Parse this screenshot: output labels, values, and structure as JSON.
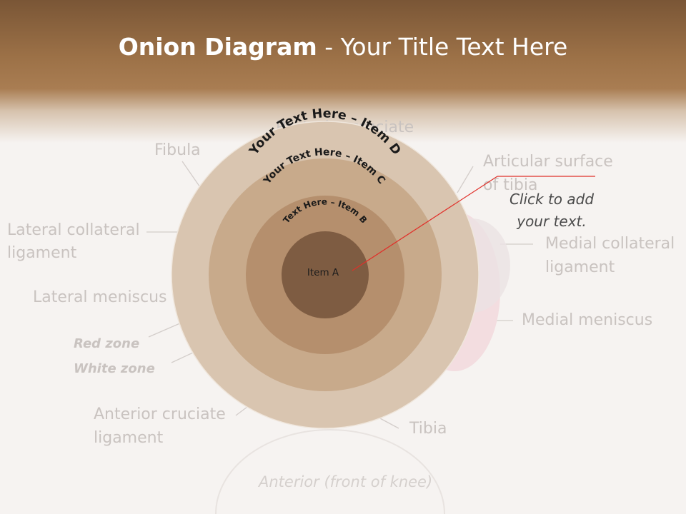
{
  "title": {
    "bold": "Onion Diagram",
    "rest": " - Your Title Text Here"
  },
  "layers": {
    "item_d": "Your Text Here – Item D",
    "item_c": "Your Text Here – Item C",
    "item_b": "Text Here – Item B",
    "item_a": "Item A"
  },
  "callout": {
    "line1": "Click  to add",
    "line2": "your text."
  },
  "background_labels": {
    "posterior_cruciate": "Posterior cruciate",
    "fibula": "Fibula",
    "articular_1": "Articular surface",
    "articular_2": "of tibia",
    "lateral_collateral_1": "Lateral collateral",
    "lateral_collateral_2": "ligament",
    "medial_collateral_1": "Medial collateral",
    "medial_collateral_2": "ligament",
    "lateral_meniscus": "Lateral meniscus",
    "medial_meniscus": "Medial meniscus",
    "red_zone": "Red zone",
    "white_zone": "White zone",
    "anterior_cruciate_1": "Anterior cruciate",
    "anterior_cruciate_2": "ligament",
    "tibia": "Tibia",
    "anterior_front": "Anterior (front of knee)"
  },
  "colors": {
    "ring_d": "#d9c5b0",
    "ring_c": "#c8aa8b",
    "ring_b": "#b58f6d",
    "core_a": "#7e5c42",
    "header_dark": "#7a5636",
    "callout_line": "#e0302a"
  }
}
